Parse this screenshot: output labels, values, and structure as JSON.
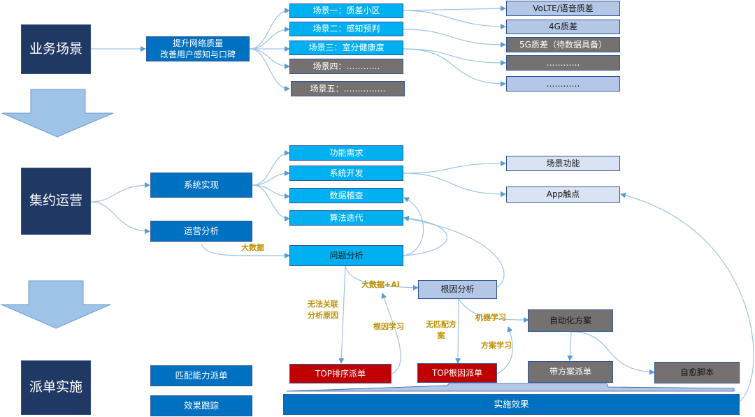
{
  "stages": [
    {
      "id": "business",
      "label": "业务场景"
    },
    {
      "id": "ops",
      "label": "集约运营"
    },
    {
      "id": "dispatch",
      "label": "派单实施"
    }
  ],
  "business": {
    "goal_line1": "提升网络质量",
    "goal_line2": "改善用户感知与口碑",
    "scenarios": [
      {
        "label": "场景一：质差小区",
        "status": "active"
      },
      {
        "label": "场景二：感知预判",
        "status": "active"
      },
      {
        "label": "场景三：室分健康度",
        "status": "active"
      },
      {
        "label": "场景四：…………",
        "status": "pending"
      },
      {
        "label": "场景五：……………",
        "status": "pending"
      }
    ],
    "sub_scenarios": [
      {
        "label": "VoLTE/语音质差",
        "status": "ready"
      },
      {
        "label": "4G质差",
        "status": "ready"
      },
      {
        "label": "5G质差（待数据具备）",
        "status": "pending"
      },
      {
        "label": "…………",
        "status": "pending"
      },
      {
        "label": "…………",
        "status": "ready"
      }
    ]
  },
  "ops": {
    "system_impl": "系统实现",
    "ops_analysis": "运营分析",
    "functions": [
      "功能需求",
      "系统开发",
      "数据稽查",
      "算法迭代"
    ],
    "problem_analysis": "问题分析",
    "scene_function": "场景功能",
    "app_touchpoint": "App触点",
    "big_data_label": "大数据"
  },
  "analysis": {
    "root_cause": "根因分析",
    "big_data_ai_label": "大数据+AI",
    "no_correlation_label_1": "无法关联",
    "no_correlation_label_2": "分析原因",
    "root_cause_learning_label": "根因学习",
    "no_match_label_1": "无匹配方",
    "no_match_label_2": "案",
    "machine_learning_label": "机器学习",
    "solution_learning_label": "方案学习",
    "auto_solution": "自动化方案",
    "top_sort_dispatch": "TOP排序派单",
    "top_root_dispatch": "TOP根因派单",
    "solution_dispatch": "带方案派单",
    "self_heal_script": "自愈脚本",
    "result": "实施效果"
  },
  "dispatch": {
    "capability_dispatch": "匹配能力派单",
    "effect_tracking": "效果跟踪"
  },
  "colors": {
    "stage": "#1f3864",
    "primary": "#0070c0",
    "cyan": "#00b0f0",
    "gray": "#767171",
    "light_blue": "#b4c7e7",
    "very_light_blue": "#dae3f3",
    "red": "#c00000",
    "label_gold": "#bf9000",
    "connector": "#9dc3e6",
    "arrow_fill": "#9dc3e6"
  }
}
